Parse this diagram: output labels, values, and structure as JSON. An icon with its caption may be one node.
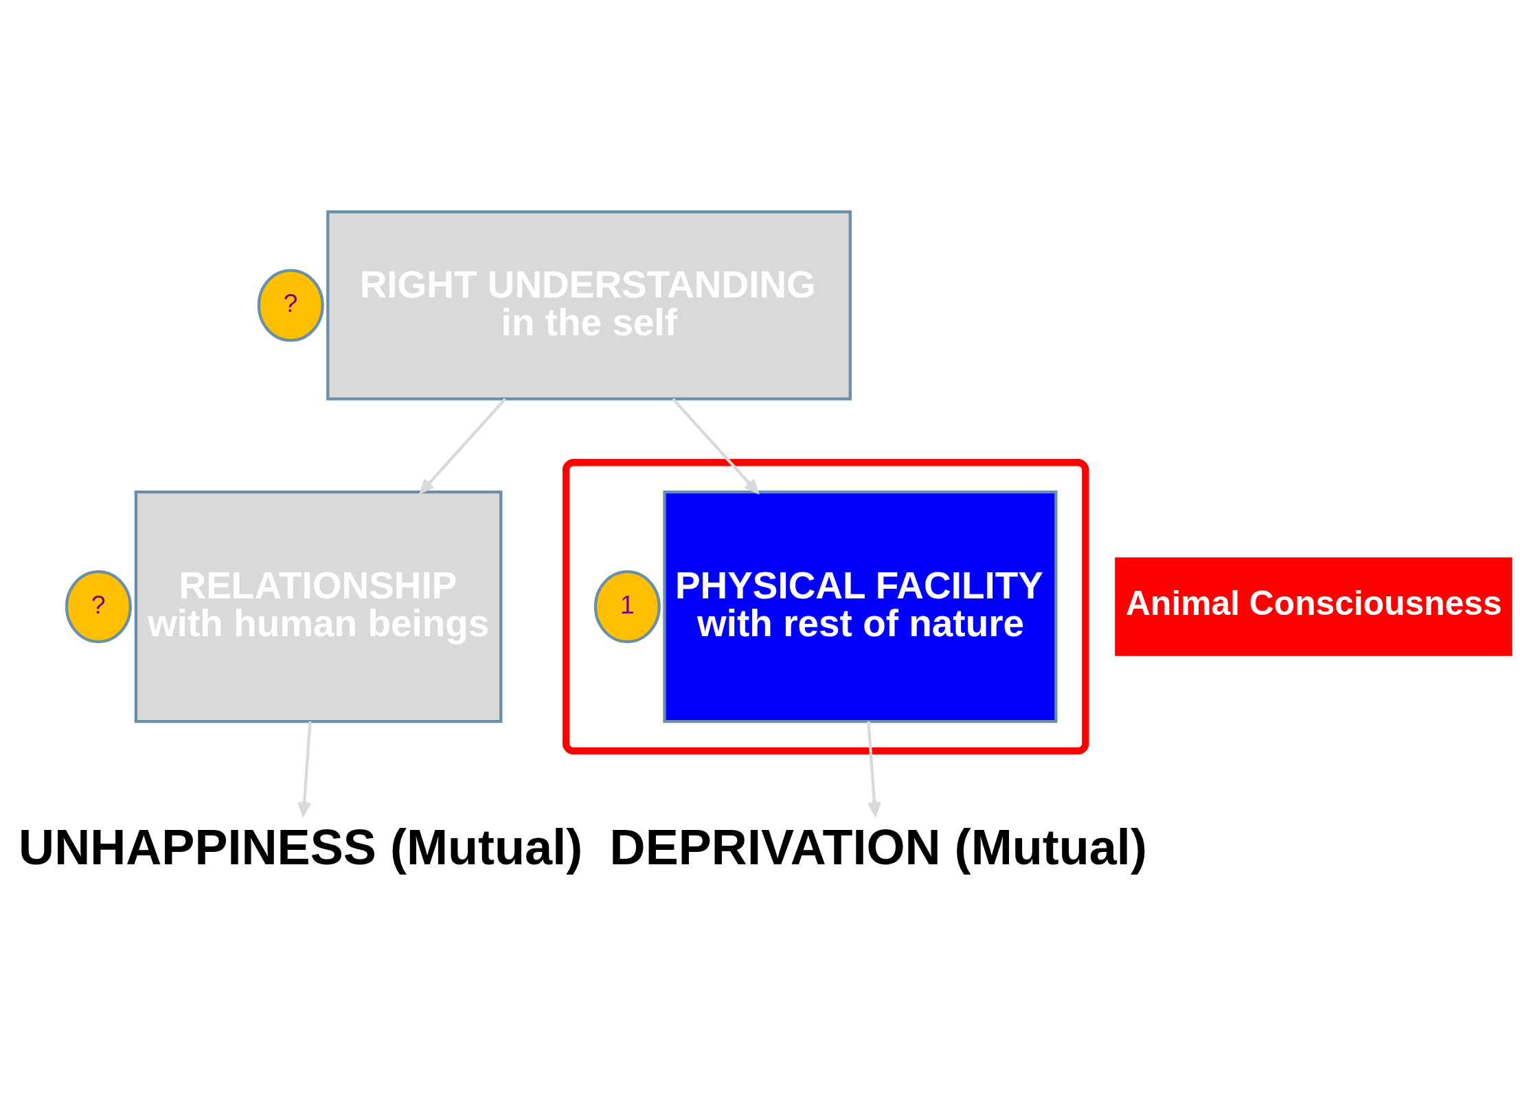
{
  "diagram": {
    "nodes": [
      {
        "text": [
          "?"
        ]
      },
      {
        "text": [
          "RIGHT UNDERSTANDING",
          "in the self"
        ]
      },
      {
        "text": [
          "?"
        ]
      },
      {
        "text": [
          "RELATIONSHIP",
          "with human beings"
        ]
      },
      {
        "text": [],
        "shape": "ellipse"
      },
      {
        "text": [
          "1"
        ],
        "in": 4
      },
      {
        "text": [
          "PHYSICAL FACILITY",
          "with rest of nature"
        ],
        "in": 4
      },
      {
        "text": [
          "Animal Consciousness"
        ]
      },
      {
        "text": [
          "UNHAPPINESS (Mutual)"
        ]
      },
      {
        "text": [
          "DEPRIVATION (Mutual)"
        ]
      }
    ],
    "edges": [
      {
        "from": 1,
        "to": 3,
        "arrow": "to"
      },
      {
        "from": 1,
        "to": 6,
        "arrow": "to"
      },
      {
        "from": 3,
        "to": 8,
        "arrow": "to"
      },
      {
        "from": 6,
        "to": 9,
        "arrow": "to"
      }
    ]
  }
}
